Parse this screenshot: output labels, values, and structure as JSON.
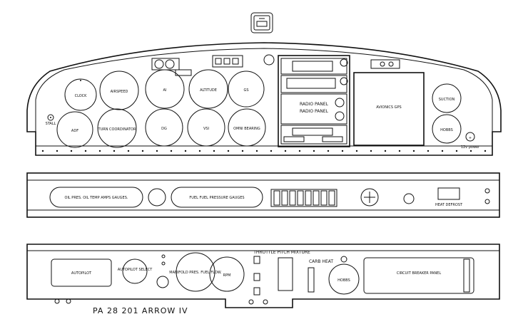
{
  "title": "PA 28 201 ARROW IV",
  "top_panel": {
    "clock": "CLOCK",
    "airspeed": "AIRSPEED",
    "ai": "AI",
    "altitude": "ALTITUDE",
    "gs": "GS",
    "adf": "ADF",
    "turn_coordinator": "TURN COORDINATOR",
    "dg": "DG",
    "vsi": "VSI",
    "omni_bearing": "OMNI BEARING",
    "stall": "STALL",
    "radio_panel_1": "RADIO PANEL",
    "radio_panel_2": "RADIO PANEL",
    "avionics_gps": "AVIONICS GPS",
    "suction": "SUCTION",
    "hobbs": "HOBBS",
    "power_12v": "12v power"
  },
  "middle_panel": {
    "oil_gauges": "OIL PRES. OIL TEMP AMPS GAUGES.",
    "fuel_gauges": "FUEL FUEL PRESSURE GAUGES",
    "heat_defrost": "HEAT  DEFROST"
  },
  "bottom_panel": {
    "autopilot": "AUTOPILOT",
    "autopilot_select": "AUTOPILOT SELECT",
    "manifold": "MANIFOLD PRES. FUEL FLOW.",
    "rpm": "RPM",
    "controls": "THROTTLE PITCH MIXTURE",
    "carb_heat": "CARB HEAT",
    "hobbs": "HOBBS",
    "circuit_breaker": "CIRCUIT BREAKER PANEL"
  }
}
